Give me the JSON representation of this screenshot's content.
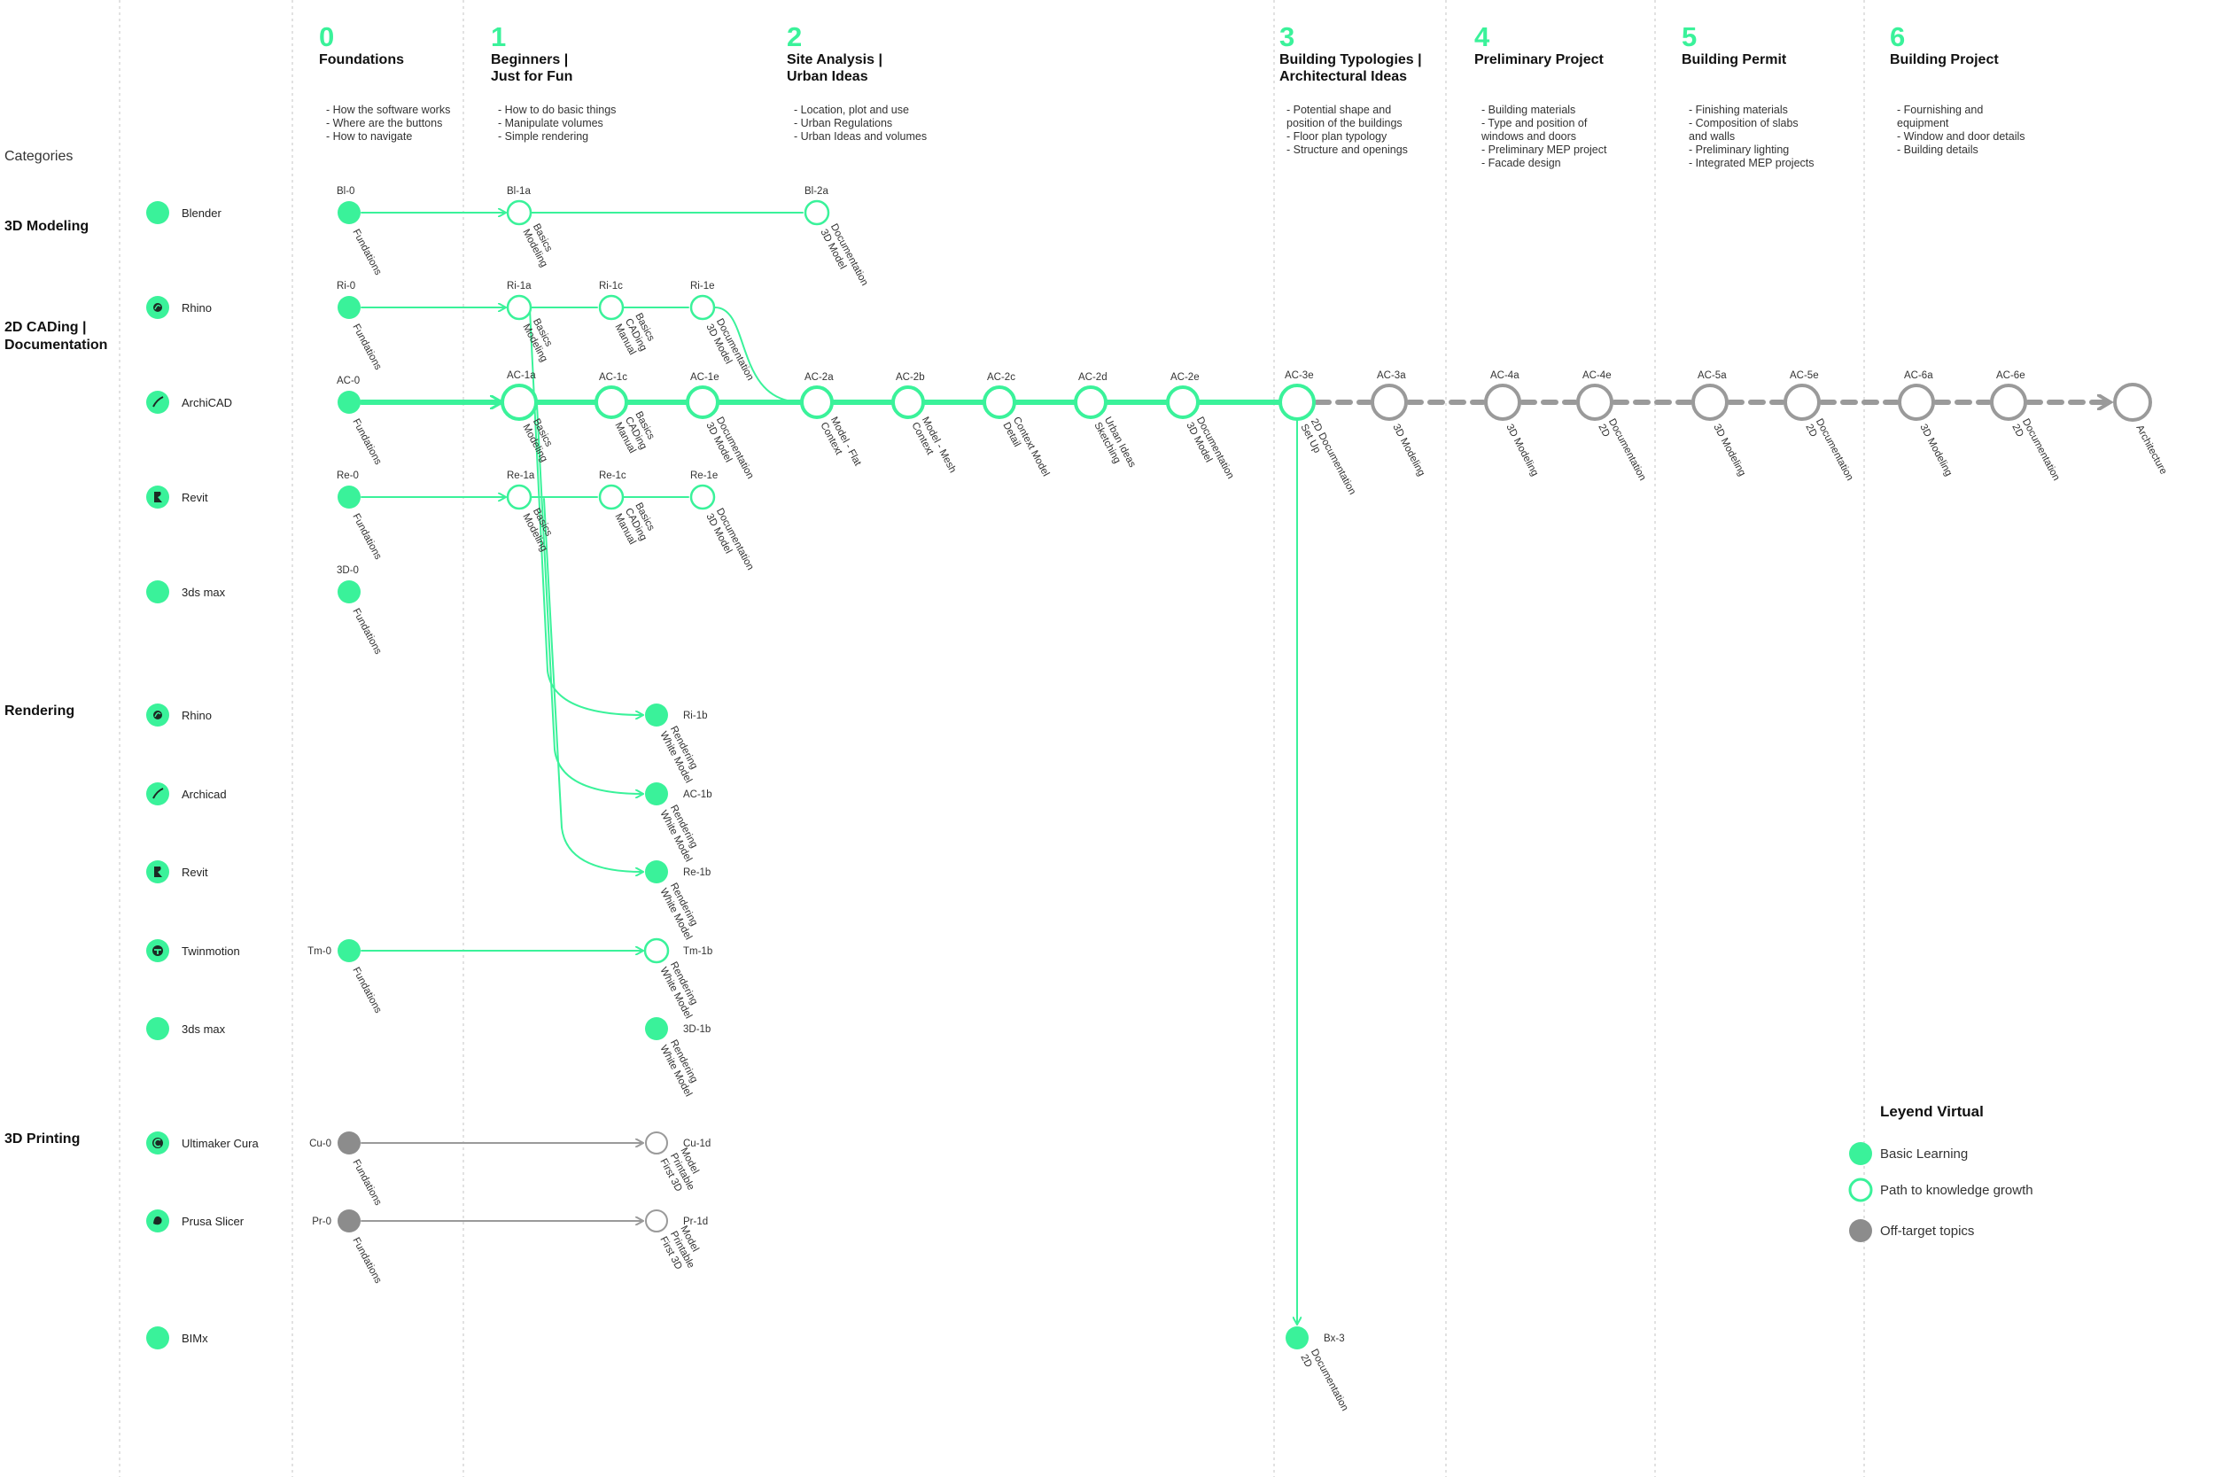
{
  "colors": {
    "green": "#3af29a",
    "gray": "#9a9a9a",
    "grayDark": "#8c8c8c",
    "text": "#222222",
    "divider": "#cfcfcf"
  },
  "categories_header": "Categories",
  "stages": [
    {
      "num": "0",
      "title": [
        "Foundations"
      ],
      "bullets": [
        "- How the software works",
        "- Where are the buttons",
        "- How to navigate"
      ]
    },
    {
      "num": "1",
      "title": [
        "Beginners |",
        "Just for Fun"
      ],
      "bullets": [
        "- How to do basic things",
        "- Manipulate volumes",
        "- Simple rendering"
      ]
    },
    {
      "num": "2",
      "title": [
        "Site Analysis |",
        "Urban Ideas"
      ],
      "bullets": [
        "- Location, plot and use",
        "- Urban Regulations",
        "- Urban Ideas and volumes"
      ]
    },
    {
      "num": "3",
      "title": [
        "Building Typologies |",
        "Architectural Ideas"
      ],
      "bullets": [
        "- Potential shape and",
        "position of the buildings",
        "- Floor plan typology",
        "- Structure and openings"
      ]
    },
    {
      "num": "4",
      "title": [
        "Preliminary Project"
      ],
      "bullets": [
        "- Building materials",
        "- Type and position of",
        "windows and doors",
        "- Preliminary MEP project",
        "- Facade design"
      ]
    },
    {
      "num": "5",
      "title": [
        "Building Permit"
      ],
      "bullets": [
        "- Finishing materials",
        "- Composition of slabs",
        "and walls",
        "- Preliminary lighting",
        "- Integrated MEP projects"
      ]
    },
    {
      "num": "6",
      "title": [
        "Building Project"
      ],
      "bullets": [
        "- Fournishing and",
        "equipment",
        "- Window and door details",
        "- Building details"
      ]
    }
  ],
  "category_groups": [
    {
      "label": [
        "3D Modeling"
      ]
    },
    {
      "label": [
        "2D CADing |",
        "Documentation"
      ]
    },
    {
      "label": [
        "Rendering"
      ]
    },
    {
      "label": [
        "3D Printing"
      ]
    }
  ],
  "software": [
    {
      "name": "Blender",
      "icon": "blender-icon"
    },
    {
      "name": "Rhino",
      "icon": "rhino-icon"
    },
    {
      "name": "ArchiCAD",
      "icon": "archicad-icon"
    },
    {
      "name": "Revit",
      "icon": "revit-icon"
    },
    {
      "name": "3ds max",
      "icon": "3dsmax-icon"
    },
    {
      "name": "Rhino",
      "icon": "rhino-icon"
    },
    {
      "name": "Archicad",
      "icon": "archicad-icon"
    },
    {
      "name": "Revit",
      "icon": "revit-icon"
    },
    {
      "name": "Twinmotion",
      "icon": "twinmotion-icon"
    },
    {
      "name": "3ds max",
      "icon": "3dsmax-icon"
    },
    {
      "name": "Ultimaker Cura",
      "icon": "cura-icon"
    },
    {
      "name": "Prusa Slicer",
      "icon": "prusa-icon"
    },
    {
      "name": "BIMx",
      "icon": "bimx-icon"
    }
  ],
  "nodes": [
    {
      "id": "Bl-0",
      "code": "Bl-0",
      "label": [
        "Fundations"
      ],
      "style": "filled"
    },
    {
      "id": "Bl-1a",
      "code": "Bl-1a",
      "label": [
        "Modeling",
        "Basics"
      ],
      "style": "open"
    },
    {
      "id": "Bl-2a",
      "code": "Bl-2a",
      "label": [
        "3D Model",
        "Documentation"
      ],
      "style": "open"
    },
    {
      "id": "Ri-0",
      "code": "Ri-0",
      "label": [
        "Fundations"
      ],
      "style": "filled"
    },
    {
      "id": "Ri-1a",
      "code": "Ri-1a",
      "label": [
        "Modeling",
        "Basics"
      ],
      "style": "open"
    },
    {
      "id": "Ri-1c",
      "code": "Ri-1c",
      "label": [
        "Manual",
        "CADing",
        "Basics"
      ],
      "style": "open"
    },
    {
      "id": "Ri-1e",
      "code": "Ri-1e",
      "label": [
        "3D Model",
        "Documentation"
      ],
      "style": "open"
    },
    {
      "id": "AC-0",
      "code": "AC-0",
      "label": [
        "Fundations"
      ],
      "style": "filled"
    },
    {
      "id": "AC-1a",
      "code": "AC-1a",
      "label": [
        "Modeling",
        "Basics"
      ],
      "style": "open"
    },
    {
      "id": "AC-1c",
      "code": "AC-1c",
      "label": [
        "Manual",
        "CADing",
        "Basics"
      ],
      "style": "open"
    },
    {
      "id": "AC-1e",
      "code": "AC-1e",
      "label": [
        "3D Model",
        "Documentation"
      ],
      "style": "open"
    },
    {
      "id": "AC-2a",
      "code": "AC-2a",
      "label": [
        "Context",
        "Model - Flat"
      ],
      "style": "open"
    },
    {
      "id": "AC-2b",
      "code": "AC-2b",
      "label": [
        "Context",
        "Model - Mesh"
      ],
      "style": "open"
    },
    {
      "id": "AC-2c",
      "code": "AC-2c",
      "label": [
        "Detail",
        "Context Model"
      ],
      "style": "open"
    },
    {
      "id": "AC-2d",
      "code": "AC-2d",
      "label": [
        "Sketching",
        "Urban Ideas"
      ],
      "style": "open"
    },
    {
      "id": "AC-2e",
      "code": "AC-2e",
      "label": [
        "3D Model",
        "Documentation"
      ],
      "style": "open"
    },
    {
      "id": "AC-3e",
      "code": "AC-3e",
      "label": [
        "Set Up",
        "2D Documentation"
      ],
      "style": "open"
    },
    {
      "id": "AC-3a",
      "code": "AC-3a",
      "label": [
        "3D Modeling"
      ],
      "style": "gray-open"
    },
    {
      "id": "AC-4a",
      "code": "AC-4a",
      "label": [
        "3D Modeling"
      ],
      "style": "gray-open"
    },
    {
      "id": "AC-4e",
      "code": "AC-4e",
      "label": [
        "2D",
        "Documentation"
      ],
      "style": "gray-open"
    },
    {
      "id": "AC-5a",
      "code": "AC-5a",
      "label": [
        "3D Modeling"
      ],
      "style": "gray-open"
    },
    {
      "id": "AC-5e",
      "code": "AC-5e",
      "label": [
        "2D",
        "Documentation"
      ],
      "style": "gray-open"
    },
    {
      "id": "AC-6a",
      "code": "AC-6a",
      "label": [
        "3D Modeling"
      ],
      "style": "gray-open"
    },
    {
      "id": "AC-6e",
      "code": "AC-6e",
      "label": [
        "2D",
        "Documentation"
      ],
      "style": "gray-open"
    },
    {
      "id": "ARCH",
      "code": "",
      "label": [
        "Architecture"
      ],
      "style": "gray-open"
    },
    {
      "id": "Re-0",
      "code": "Re-0",
      "label": [
        "Fundations"
      ],
      "style": "filled"
    },
    {
      "id": "Re-1a",
      "code": "Re-1a",
      "label": [
        "Modeling",
        "Basics"
      ],
      "style": "open"
    },
    {
      "id": "Re-1c",
      "code": "Re-1c",
      "label": [
        "Manual",
        "CADing",
        "Basics"
      ],
      "style": "open"
    },
    {
      "id": "Re-1e",
      "code": "Re-1e",
      "label": [
        "3D Model",
        "Documentation"
      ],
      "style": "open"
    },
    {
      "id": "3D-0",
      "code": "3D-0",
      "label": [
        "Fundations"
      ],
      "style": "filled"
    },
    {
      "id": "Ri-1b",
      "code": "Ri-1b",
      "label": [
        "White Model",
        "Rendering"
      ],
      "style": "filled"
    },
    {
      "id": "AC-1b",
      "code": "AC-1b",
      "label": [
        "White Model",
        "Rendering"
      ],
      "style": "filled"
    },
    {
      "id": "Re-1b",
      "code": "Re-1b",
      "label": [
        "White Model",
        "Rendering"
      ],
      "style": "filled"
    },
    {
      "id": "Tm-0",
      "code": "Tm-0",
      "label": [
        "Fundations"
      ],
      "style": "filled"
    },
    {
      "id": "Tm-1b",
      "code": "Tm-1b",
      "label": [
        "White Model",
        "Rendering"
      ],
      "style": "open"
    },
    {
      "id": "3D-1b",
      "code": "3D-1b",
      "label": [
        "White Model",
        "Rendering"
      ],
      "style": "filled"
    },
    {
      "id": "Cu-0",
      "code": "Cu-0",
      "label": [
        "Fundations"
      ],
      "style": "gray-filled"
    },
    {
      "id": "Cu-1d",
      "code": "Cu-1d",
      "label": [
        "First 3D",
        "Printable",
        "Model"
      ],
      "style": "gray-open-small"
    },
    {
      "id": "Pr-0",
      "code": "Pr-0",
      "label": [
        "Fundations"
      ],
      "style": "gray-filled"
    },
    {
      "id": "Pr-1d",
      "code": "Pr-1d",
      "label": [
        "First 3D",
        "Printable",
        "Model"
      ],
      "style": "gray-open-small"
    },
    {
      "id": "Bx-3",
      "code": "Bx-3",
      "label": [
        "2D",
        "Documentation"
      ],
      "style": "filled"
    }
  ],
  "legend": {
    "title": "Leyend Virtual",
    "items": [
      {
        "label": "Basic Learning",
        "style": "filled"
      },
      {
        "label": "Path to knowledge growth",
        "style": "open"
      },
      {
        "label": "Off-target topics",
        "style": "gray-filled"
      }
    ]
  }
}
